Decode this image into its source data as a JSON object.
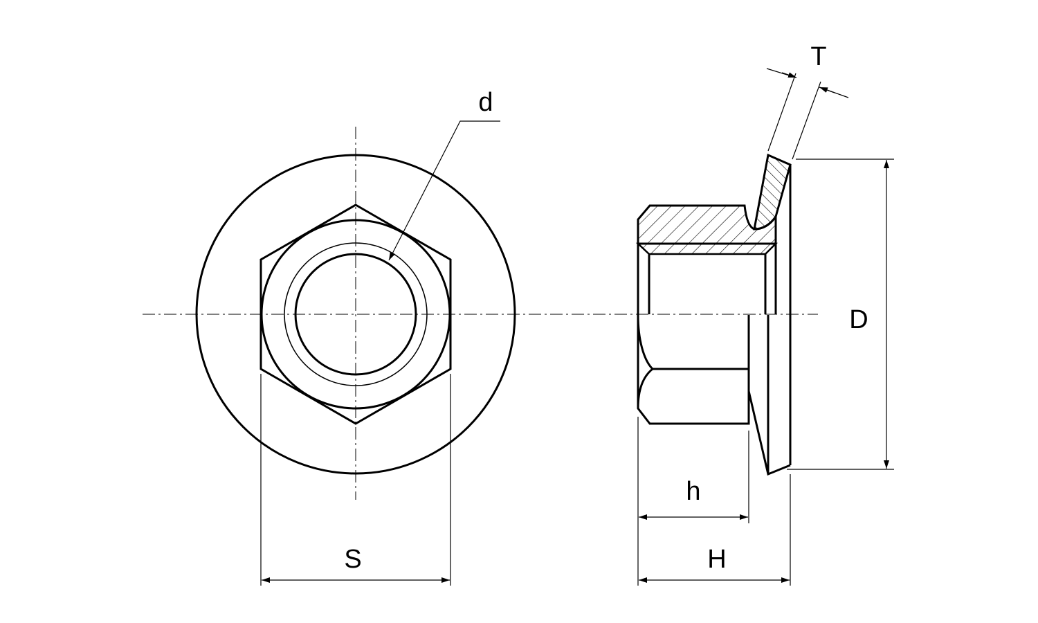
{
  "labels": {
    "thread_diameter": "d",
    "flange_thickness": "T",
    "flange_diameter": "D",
    "width_across_flats": "S",
    "hex_height": "h",
    "total_height": "H"
  },
  "colors": {
    "line": "#000000",
    "background": "#ffffff"
  }
}
